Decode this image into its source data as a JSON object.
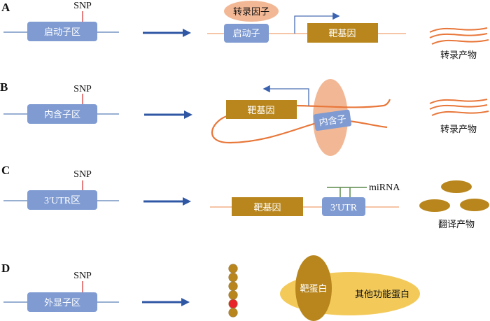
{
  "colors": {
    "region_box": "#7f9bd2",
    "strand_blue": "#5b7fb8",
    "big_arrow": "#2f57a4",
    "snp_mark": "#d63b3b",
    "strand_orange": "#e8773a",
    "gene_gold": "#b8861c",
    "tf_peach": "#f2b896",
    "protein_yellow": "#f3ca5a",
    "highlight_red": "#e8242a"
  },
  "panels": [
    {
      "label": "A",
      "snp_label": "SNP",
      "region_label": "启动子区",
      "tf_label": "转录因子",
      "promoter_label": "启动子",
      "gene_label": "靶基因",
      "product_label": "转录产物"
    },
    {
      "label": "B",
      "snp_label": "SNP",
      "region_label": "内含子区",
      "gene_label": "靶基因",
      "intron_label": "内含子",
      "product_label": "转录产物"
    },
    {
      "label": "C",
      "snp_label": "SNP",
      "region_label": "3′UTR区",
      "gene_label": "靶基因",
      "utr_label": "3′UTR",
      "mirna_label": "miRNA",
      "product_label": "翻译产物"
    },
    {
      "label": "D",
      "snp_label": "SNP",
      "region_label": "外显子区",
      "target_protein_label": "靶蛋白",
      "other_protein_label": "其他功能蛋白",
      "residues": [
        "normal",
        "normal",
        "normal",
        "normal",
        "mutant",
        "normal"
      ]
    }
  ]
}
